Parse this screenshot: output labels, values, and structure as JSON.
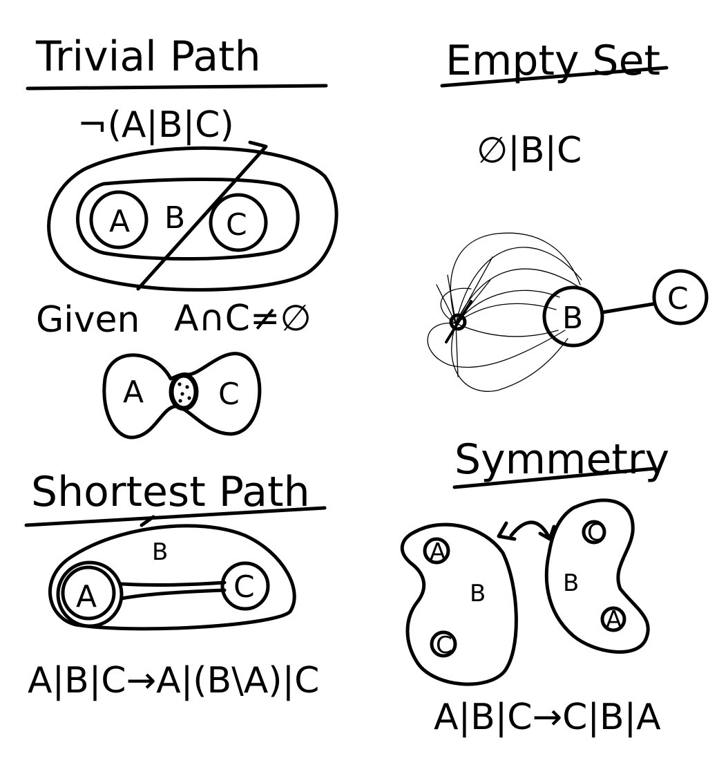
{
  "panels": {
    "trivial_path": {
      "heading": "Trivial Path",
      "formula": "¬(A|B|C)",
      "labels": {
        "a": "A",
        "b": "B",
        "c": "C"
      },
      "given": "Given",
      "condition": "A∩C≠∅",
      "lower_labels": {
        "a": "A",
        "c": "C"
      }
    },
    "empty_set": {
      "heading": "Empty Set",
      "formula": "∅|B|C",
      "labels": {
        "b": "B",
        "c": "C"
      }
    },
    "shortest_path": {
      "heading": "Shortest Path",
      "labels": {
        "a": "A",
        "b": "B",
        "c": "C"
      },
      "formula": "A|B|C→A|(B\\A)|C"
    },
    "symmetry": {
      "heading": "Symmetry",
      "left_labels": {
        "a": "A",
        "b": "B",
        "c": "C"
      },
      "right_labels": {
        "a": "A",
        "b": "B",
        "c": "C"
      },
      "formula": "A|B|C→C|B|A"
    }
  }
}
